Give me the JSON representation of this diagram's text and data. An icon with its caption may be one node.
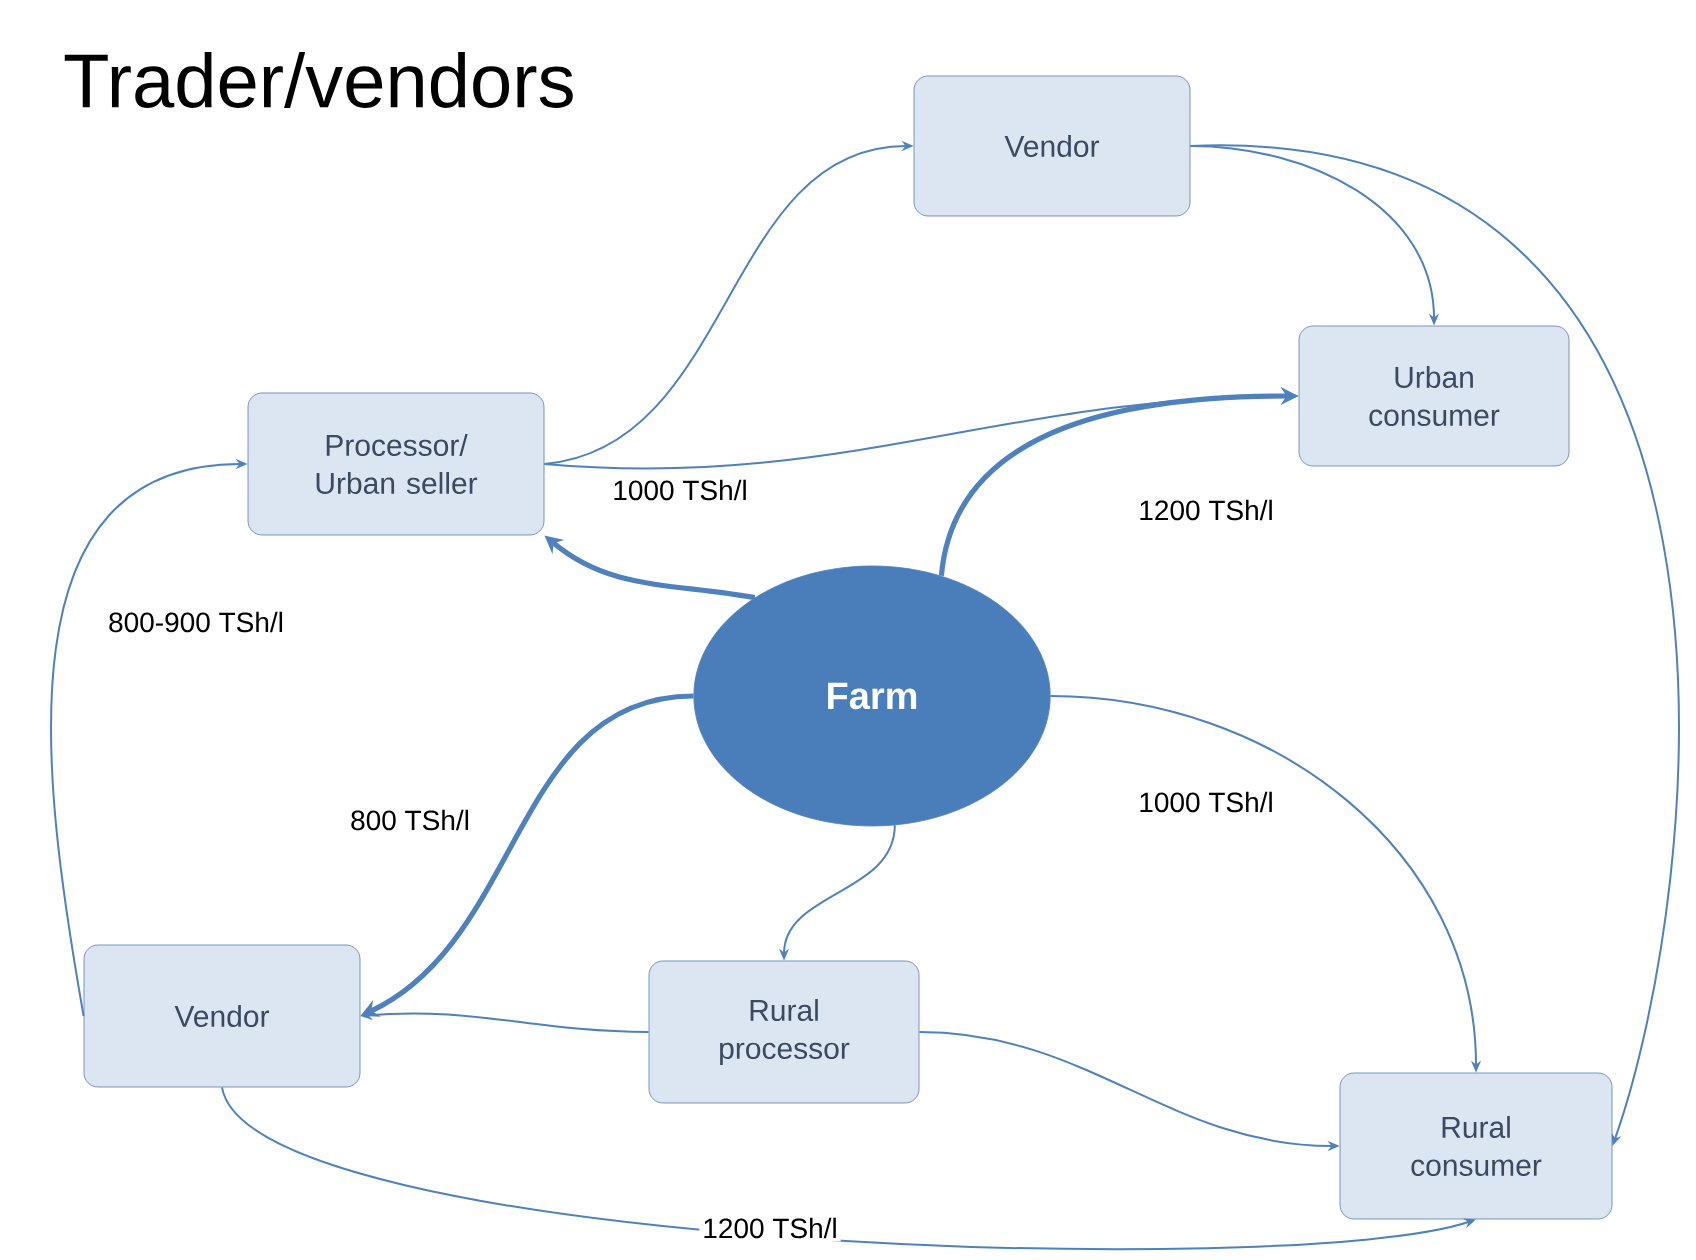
{
  "diagram": {
    "title": "Trader/vendors",
    "nodes": [
      {
        "text": [
          "Vendor"
        ]
      },
      {
        "text": [
          "Processor/ Urban seller"
        ]
      },
      {
        "text": [
          "Urban consumer"
        ]
      },
      {
        "text": [
          "Farm"
        ]
      },
      {
        "text": [
          "Vendor"
        ]
      },
      {
        "text": [
          "Rural processor"
        ]
      },
      {
        "text": [
          "Rural consumer"
        ]
      }
    ],
    "edges": [
      {
        "from": 1,
        "to": 0,
        "arrow": "to"
      },
      {
        "from": 0,
        "to": 2,
        "arrow": "to"
      },
      {
        "from": 0,
        "to": 6,
        "arrow": "to"
      },
      {
        "from": 1,
        "to": 2,
        "arrow": "to",
        "label": "1000 TSh/l"
      },
      {
        "from": 3,
        "to": 2,
        "arrow": "to",
        "label": "1200 TSh/l",
        "style": "thick"
      },
      {
        "from": 3,
        "to": 1,
        "arrow": "to",
        "style": "thick"
      },
      {
        "from": 4,
        "to": 1,
        "arrow": "to",
        "label": "800-900 TSh/l"
      },
      {
        "from": 3,
        "to": 4,
        "arrow": "to",
        "label": "800 TSh/l",
        "style": "thick"
      },
      {
        "from": 3,
        "to": 6,
        "arrow": "to",
        "label": "1000 TSh/l"
      },
      {
        "from": 3,
        "to": 5,
        "arrow": "to"
      },
      {
        "from": 5,
        "to": 4,
        "arrow": "to"
      },
      {
        "from": 5,
        "to": 6,
        "arrow": "to"
      },
      {
        "from": 4,
        "to": 6,
        "arrow": "to",
        "label": "1200 TSh/l"
      }
    ]
  }
}
